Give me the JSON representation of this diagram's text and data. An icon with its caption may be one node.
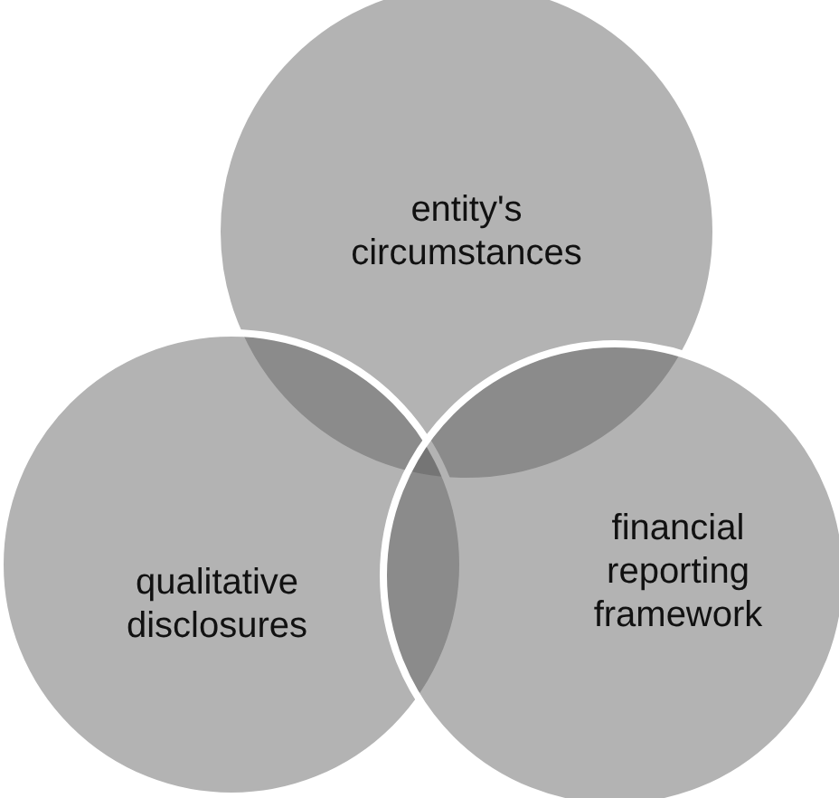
{
  "diagram": {
    "nodes": [
      {
        "text": [
          "entity's circumstances"
        ]
      },
      {
        "text": [
          "qualitative disclosures"
        ]
      },
      {
        "text": [
          "financial reporting framework"
        ]
      }
    ]
  }
}
